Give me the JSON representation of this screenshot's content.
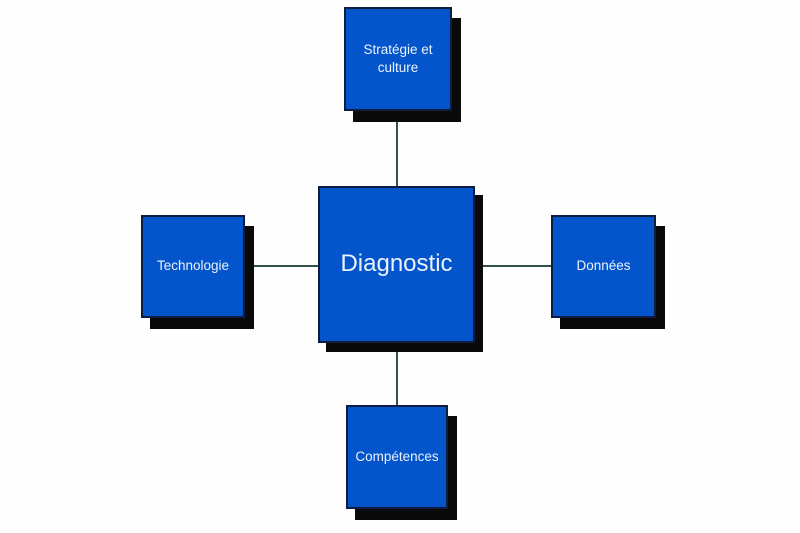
{
  "diagram": {
    "center_node": {
      "label": "Diagnostic"
    },
    "satellite_nodes": [
      {
        "position": "top",
        "label": "Stratégie et culture"
      },
      {
        "position": "left",
        "label": "Technologie"
      },
      {
        "position": "right",
        "label": "Données"
      },
      {
        "position": "bottom",
        "label": "Compétences"
      }
    ],
    "connectors": [
      {
        "from": "center",
        "to": "top"
      },
      {
        "from": "center",
        "to": "left"
      },
      {
        "from": "center",
        "to": "right"
      },
      {
        "from": "center",
        "to": "bottom"
      }
    ]
  },
  "colors": {
    "background": "#fefefe",
    "node_fill": "#0455cb",
    "node_border": "#0e1c42",
    "node_shadow": "#0a0a0a",
    "connector": "#33514c",
    "node_text": "#eaf2fd"
  }
}
